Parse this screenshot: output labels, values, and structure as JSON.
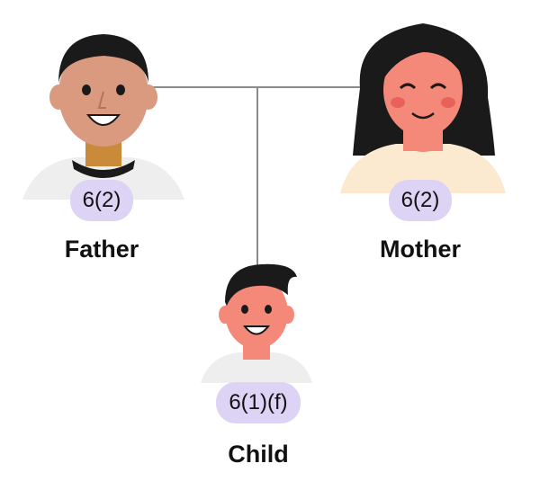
{
  "family": {
    "father": {
      "name": "Father",
      "code": "6(2)"
    },
    "mother": {
      "name": "Mother",
      "code": "6(2)"
    },
    "child": {
      "name": "Child",
      "code": "6(1)(f)"
    }
  },
  "colors": {
    "badge_bg": "#ddd3f5",
    "connector": "#8a8a8a",
    "father_skin": "#d99a80",
    "mother_skin": "#f4897a",
    "child_skin": "#f4897a",
    "hair": "#1a1a1a"
  },
  "icons": {
    "father": "man-avatar-icon",
    "mother": "woman-avatar-icon",
    "child": "boy-avatar-icon"
  }
}
